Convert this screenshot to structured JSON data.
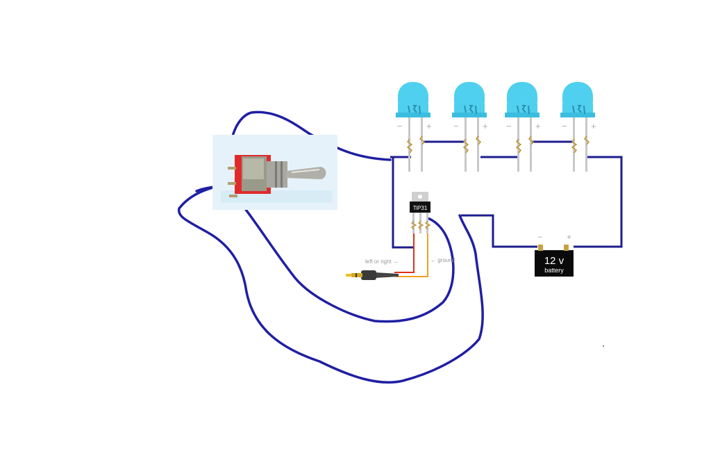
{
  "leds": {
    "minus_symbol": "−",
    "plus_symbol": "+",
    "color": "#4fd0ee",
    "count": 4
  },
  "transistor": {
    "label": "TiP31"
  },
  "audio_jack": {
    "signal_label": "left or right →",
    "ground_label": "← ground"
  },
  "battery": {
    "voltage_label": "12 v",
    "name_label": "battery",
    "minus_symbol": "−",
    "plus_symbol": "+"
  },
  "colors": {
    "hand_wire": "#1f1fa3",
    "circuit_wire": "#1d1d8f",
    "signal_wire": "#e03020",
    "ground_wire": "#f0a020",
    "led_body": "#4fd0ee",
    "battery_body": "#0a0a0a"
  }
}
